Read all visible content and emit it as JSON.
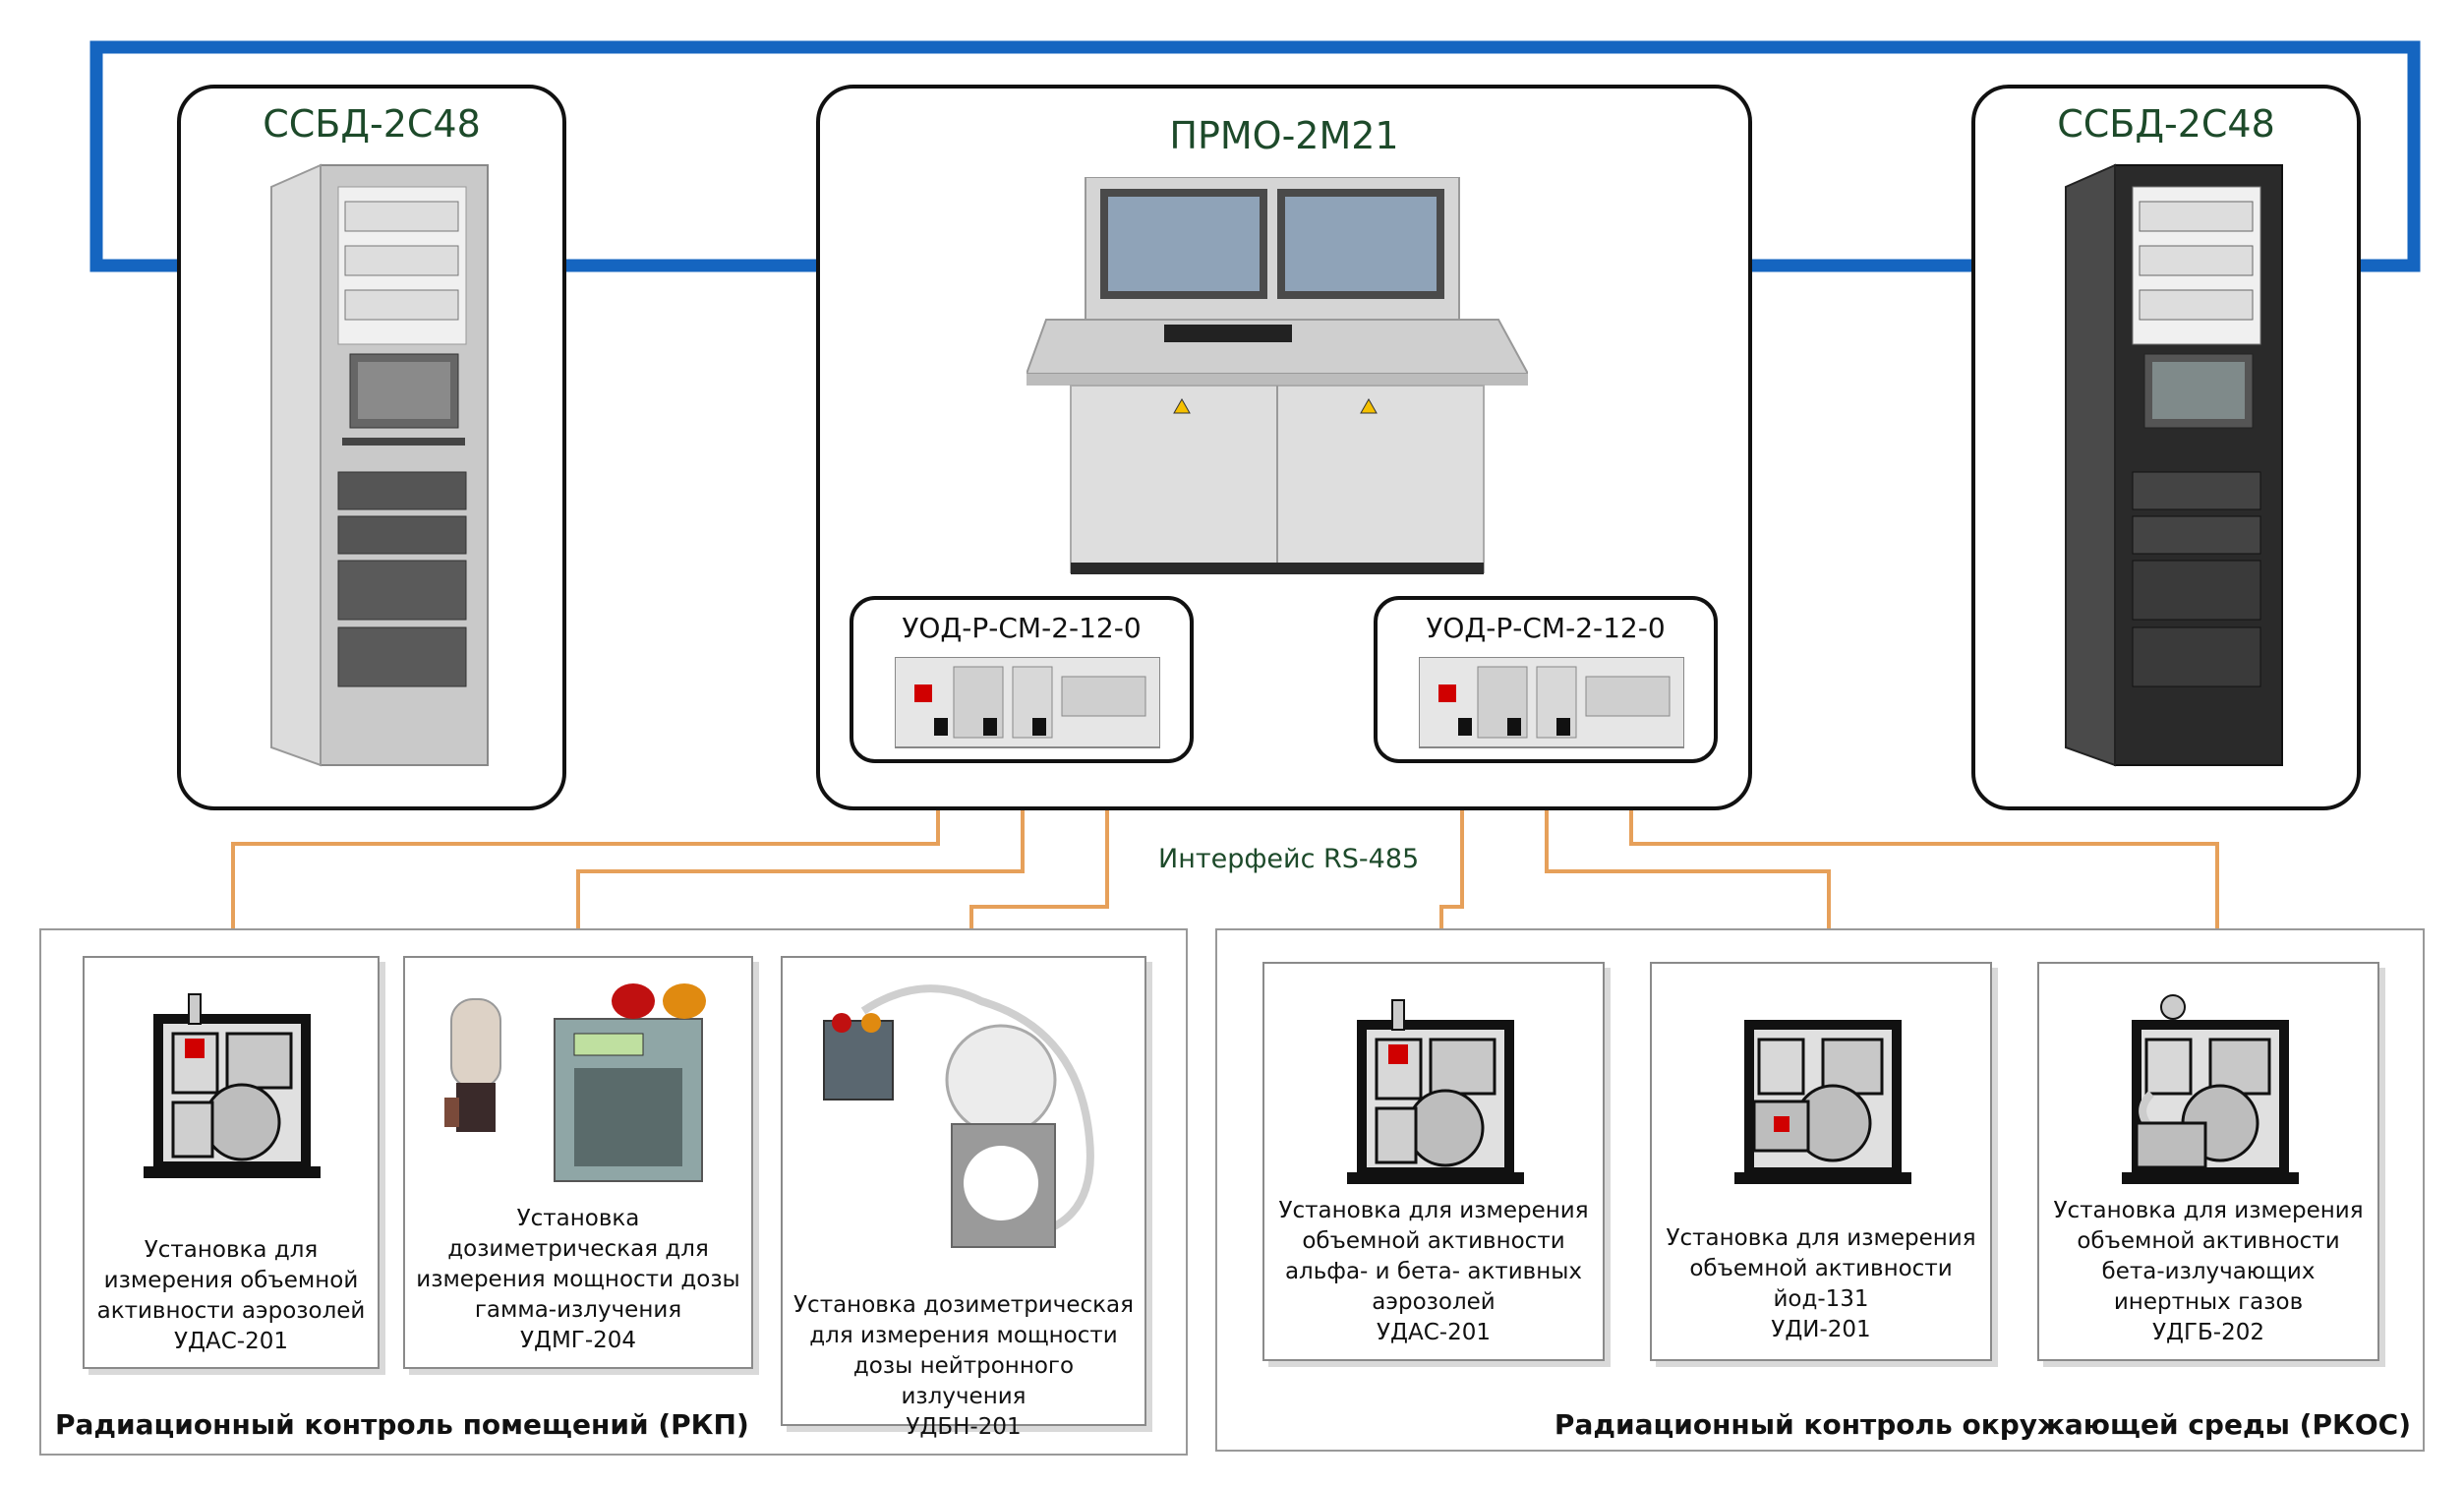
{
  "top": {
    "left_cabinet_title": "ССБД-2С48",
    "center_title": "ПРМО-2М21",
    "right_cabinet_title": "ССБД-2С48"
  },
  "uod": {
    "left_label": "УОД-Р-СМ-2-12-0",
    "right_label": "УОД-Р-СМ-2-12-0"
  },
  "interface_label": "Интерфейс RS-485",
  "rkp": {
    "title": "Радиационный контроль помещений (РКП)",
    "cards": [
      {
        "lines": [
          "Установка для",
          "измерения объемной",
          "активности аэрозолей",
          "УДАС-201"
        ]
      },
      {
        "lines": [
          "Установка",
          "дозиметрическая для",
          "измерения мощности дозы",
          "гамма-излучения",
          "УДМГ-204"
        ]
      },
      {
        "lines": [
          "Установка дозиметрическая",
          "для измерения мощности",
          "дозы нейтронного излучения",
          "УДБН-201"
        ]
      }
    ]
  },
  "rkos": {
    "title": "Радиационный контроль окружающей среды (РКОС)",
    "cards": [
      {
        "lines": [
          "Установка для измерения",
          "объемной активности",
          "альфа- и бета- активных",
          "аэрозолей",
          "УДАС-201"
        ]
      },
      {
        "lines": [
          "Установка для измерения",
          "объемной активности",
          "йод-131",
          "УДИ-201"
        ]
      },
      {
        "lines": [
          "Установка для измерения",
          "объемной активности",
          "бета-излучающих",
          "инертных газов",
          "УДГБ-202"
        ]
      }
    ]
  },
  "colors": {
    "network_blue": "#1565c0",
    "link_red": "#e00000",
    "rs485_orange": "#e6a05a",
    "title_green": "#1d4a2a"
  }
}
